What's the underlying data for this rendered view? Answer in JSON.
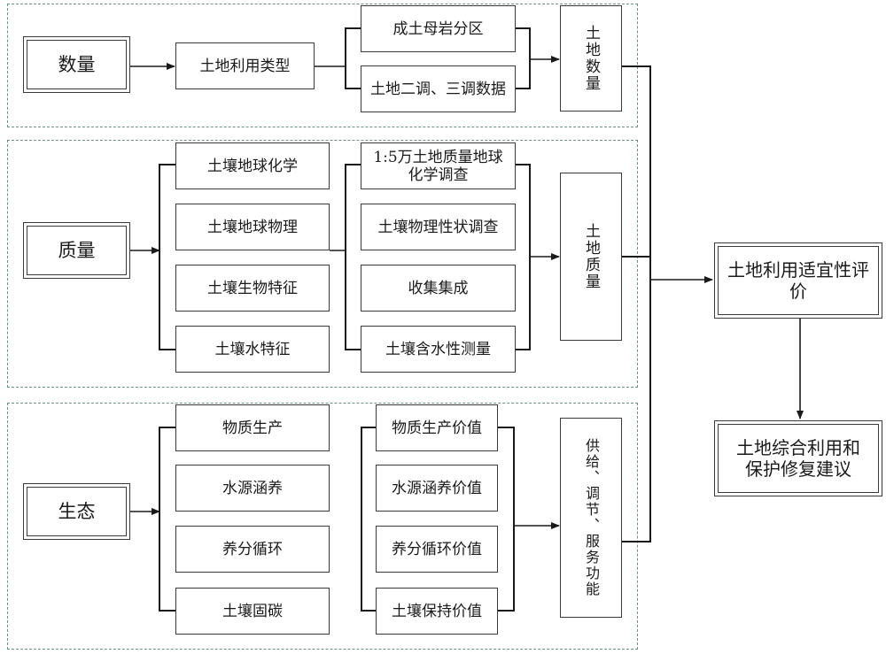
{
  "quantity": {
    "label": "数量",
    "item": "土地利用类型",
    "sources": [
      "成土母岩分区",
      "土地二调、三调数据"
    ],
    "result": "土地数量"
  },
  "quality": {
    "label": "质量",
    "items": [
      "土壤地球化学",
      "土壤地球物理",
      "土壤生物特征",
      "土壤水特征"
    ],
    "methods": [
      "1:5万土地质量地球化学调查",
      "土壤物理性状调查",
      "收集集成",
      "土壤含水性测量"
    ],
    "result": "土地质量"
  },
  "ecology": {
    "label": "生态",
    "items": [
      "物质生产",
      "水源涵养",
      "养分循环",
      "土壤固碳"
    ],
    "values": [
      "物质生产价值",
      "水源涵养价值",
      "养分循环价值",
      "土壤保持价值"
    ],
    "result": "供给、调节、服务功能"
  },
  "evaluation": "土地利用适宜性评价",
  "recommendation": "土地综合利用和保护修复建议"
}
